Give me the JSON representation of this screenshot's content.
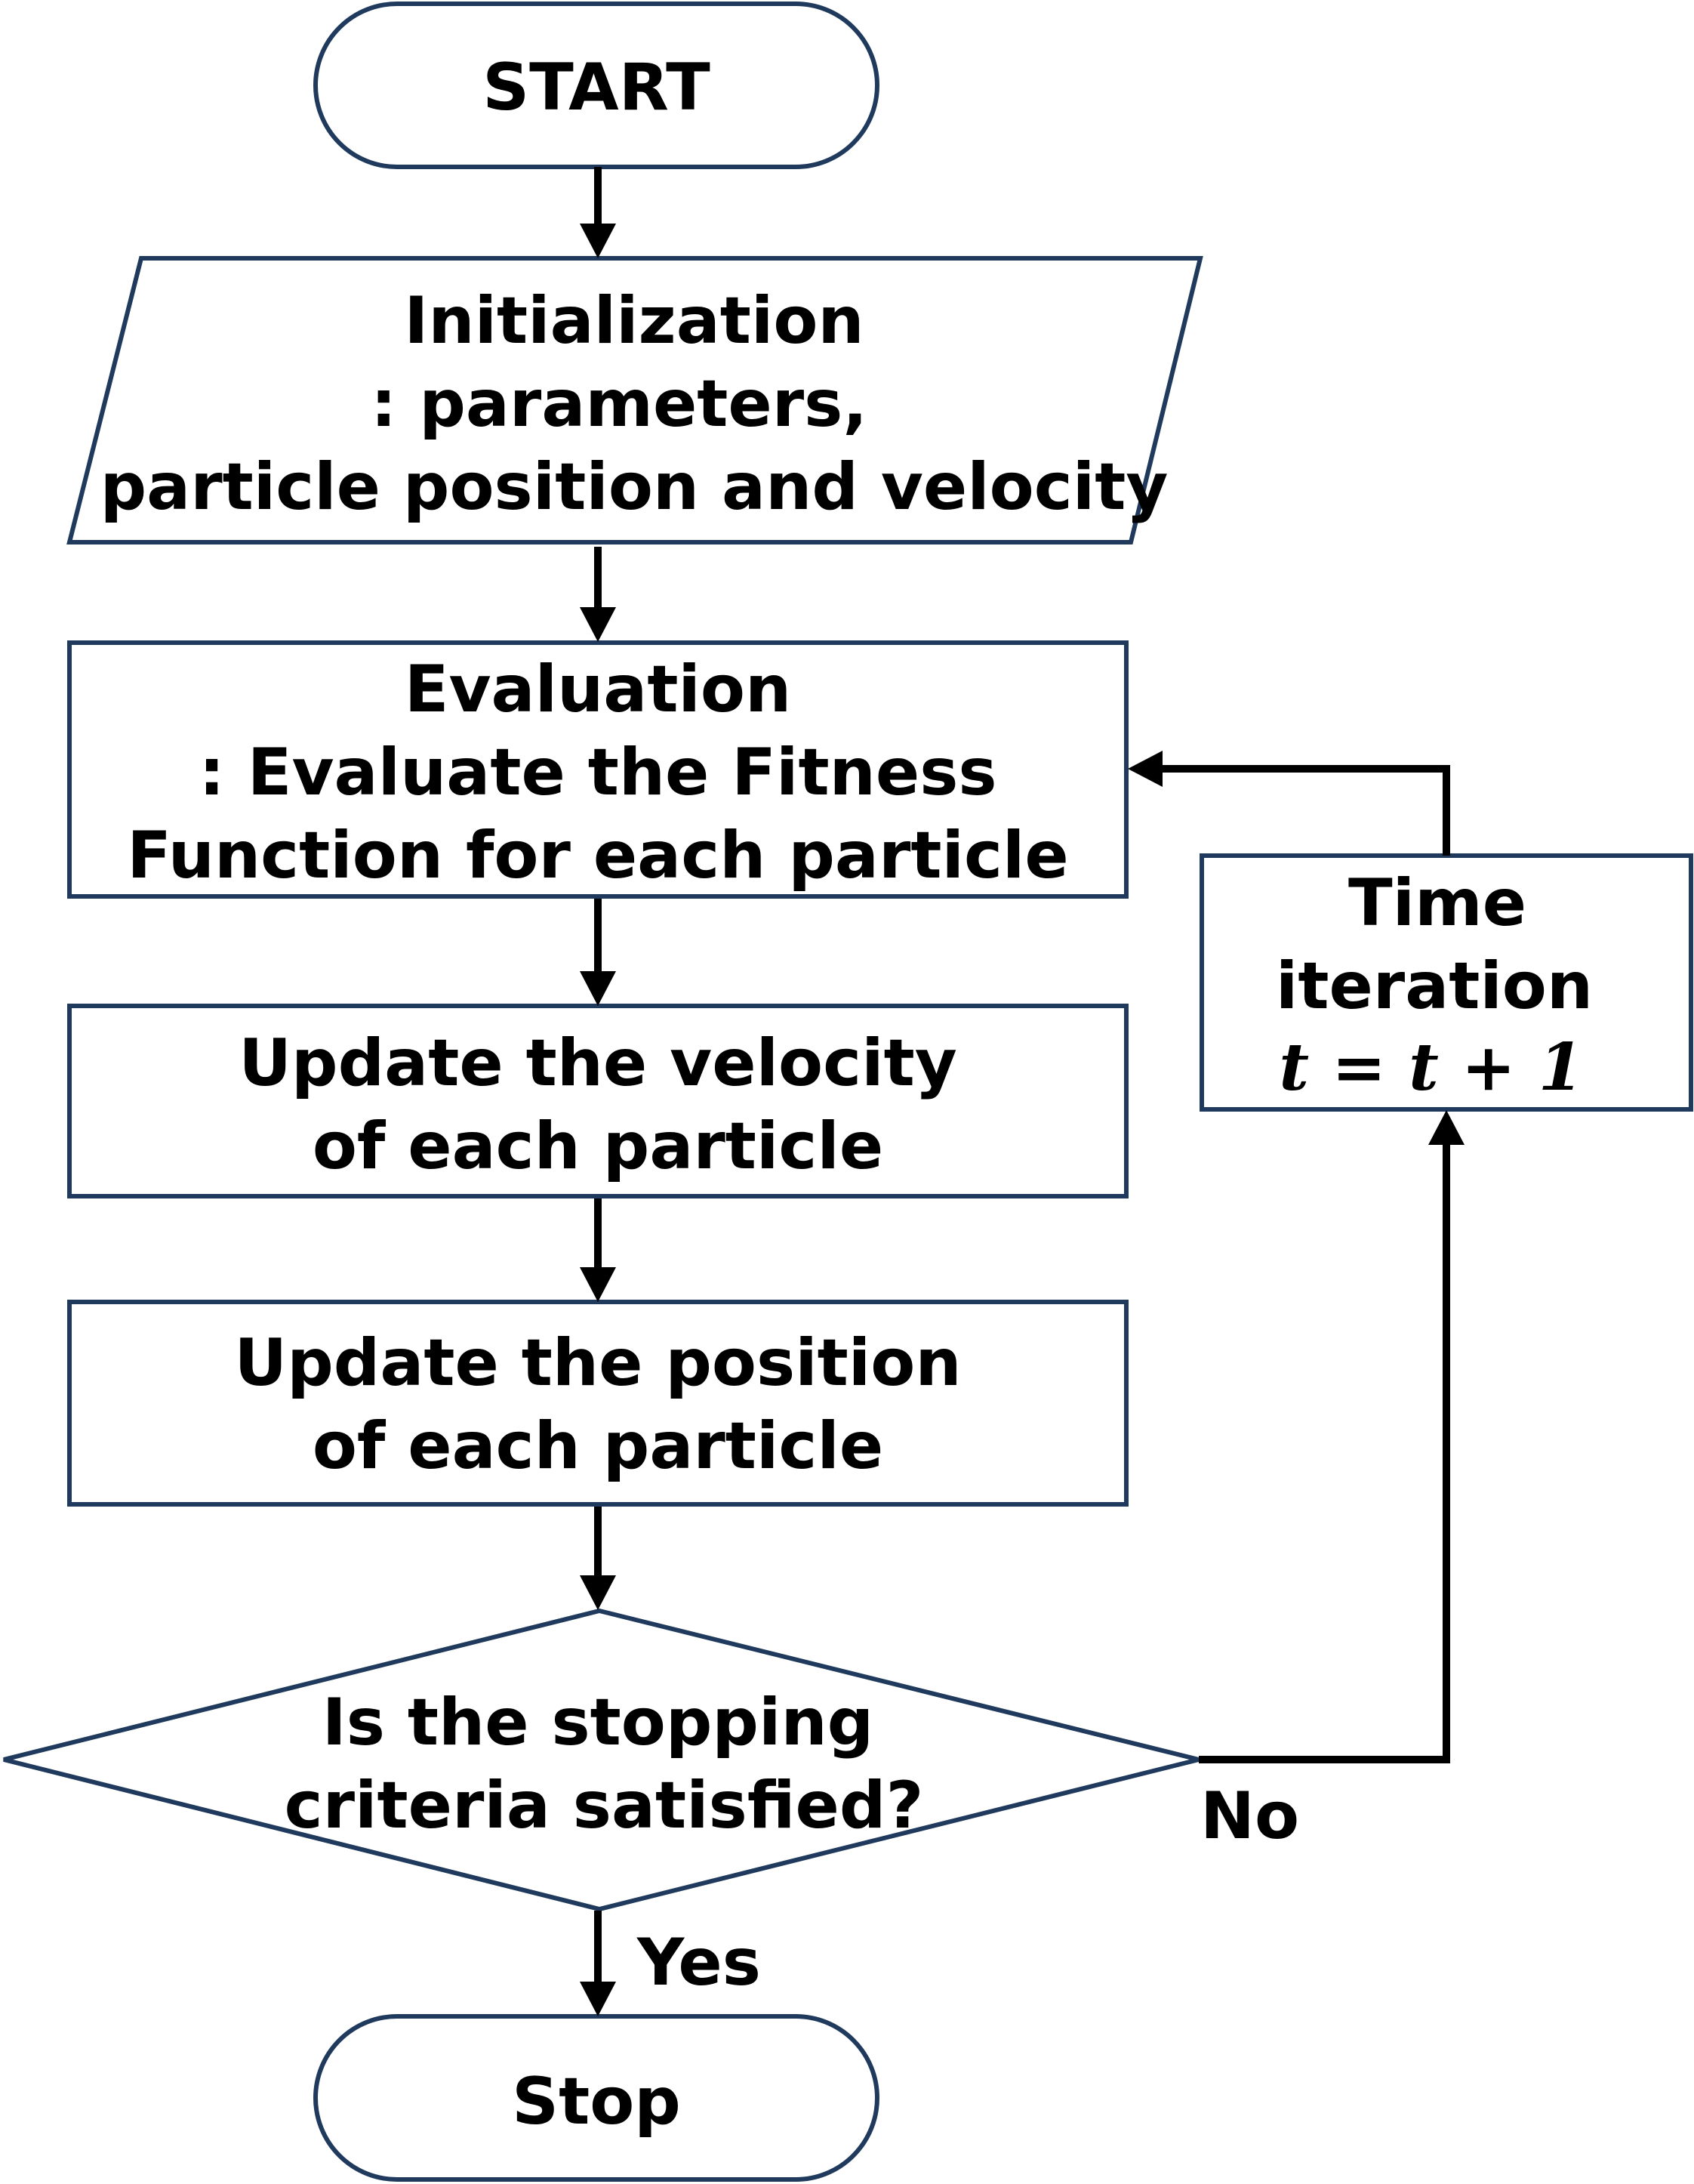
{
  "flowchart": {
    "start": {
      "label": "START"
    },
    "init": {
      "line1": "Initialization",
      "line2": ": parameters,",
      "line3": "particle position and velocity"
    },
    "eval": {
      "line1": "Evaluation",
      "line2": ": Evaluate the Fitness",
      "line3": "Function for each particle"
    },
    "velocity": {
      "line1": "Update the velocity",
      "line2": "of each particle"
    },
    "position": {
      "line1": "Update the position",
      "line2": "of each particle"
    },
    "decision": {
      "line1": "Is the stopping",
      "line2": "criteria satisfied?"
    },
    "iteration": {
      "line1": "Time",
      "line2": "iteration",
      "formula": "t = t + 1"
    },
    "no_label": "No",
    "yes_label": "Yes",
    "stop": {
      "label": "Stop"
    }
  }
}
